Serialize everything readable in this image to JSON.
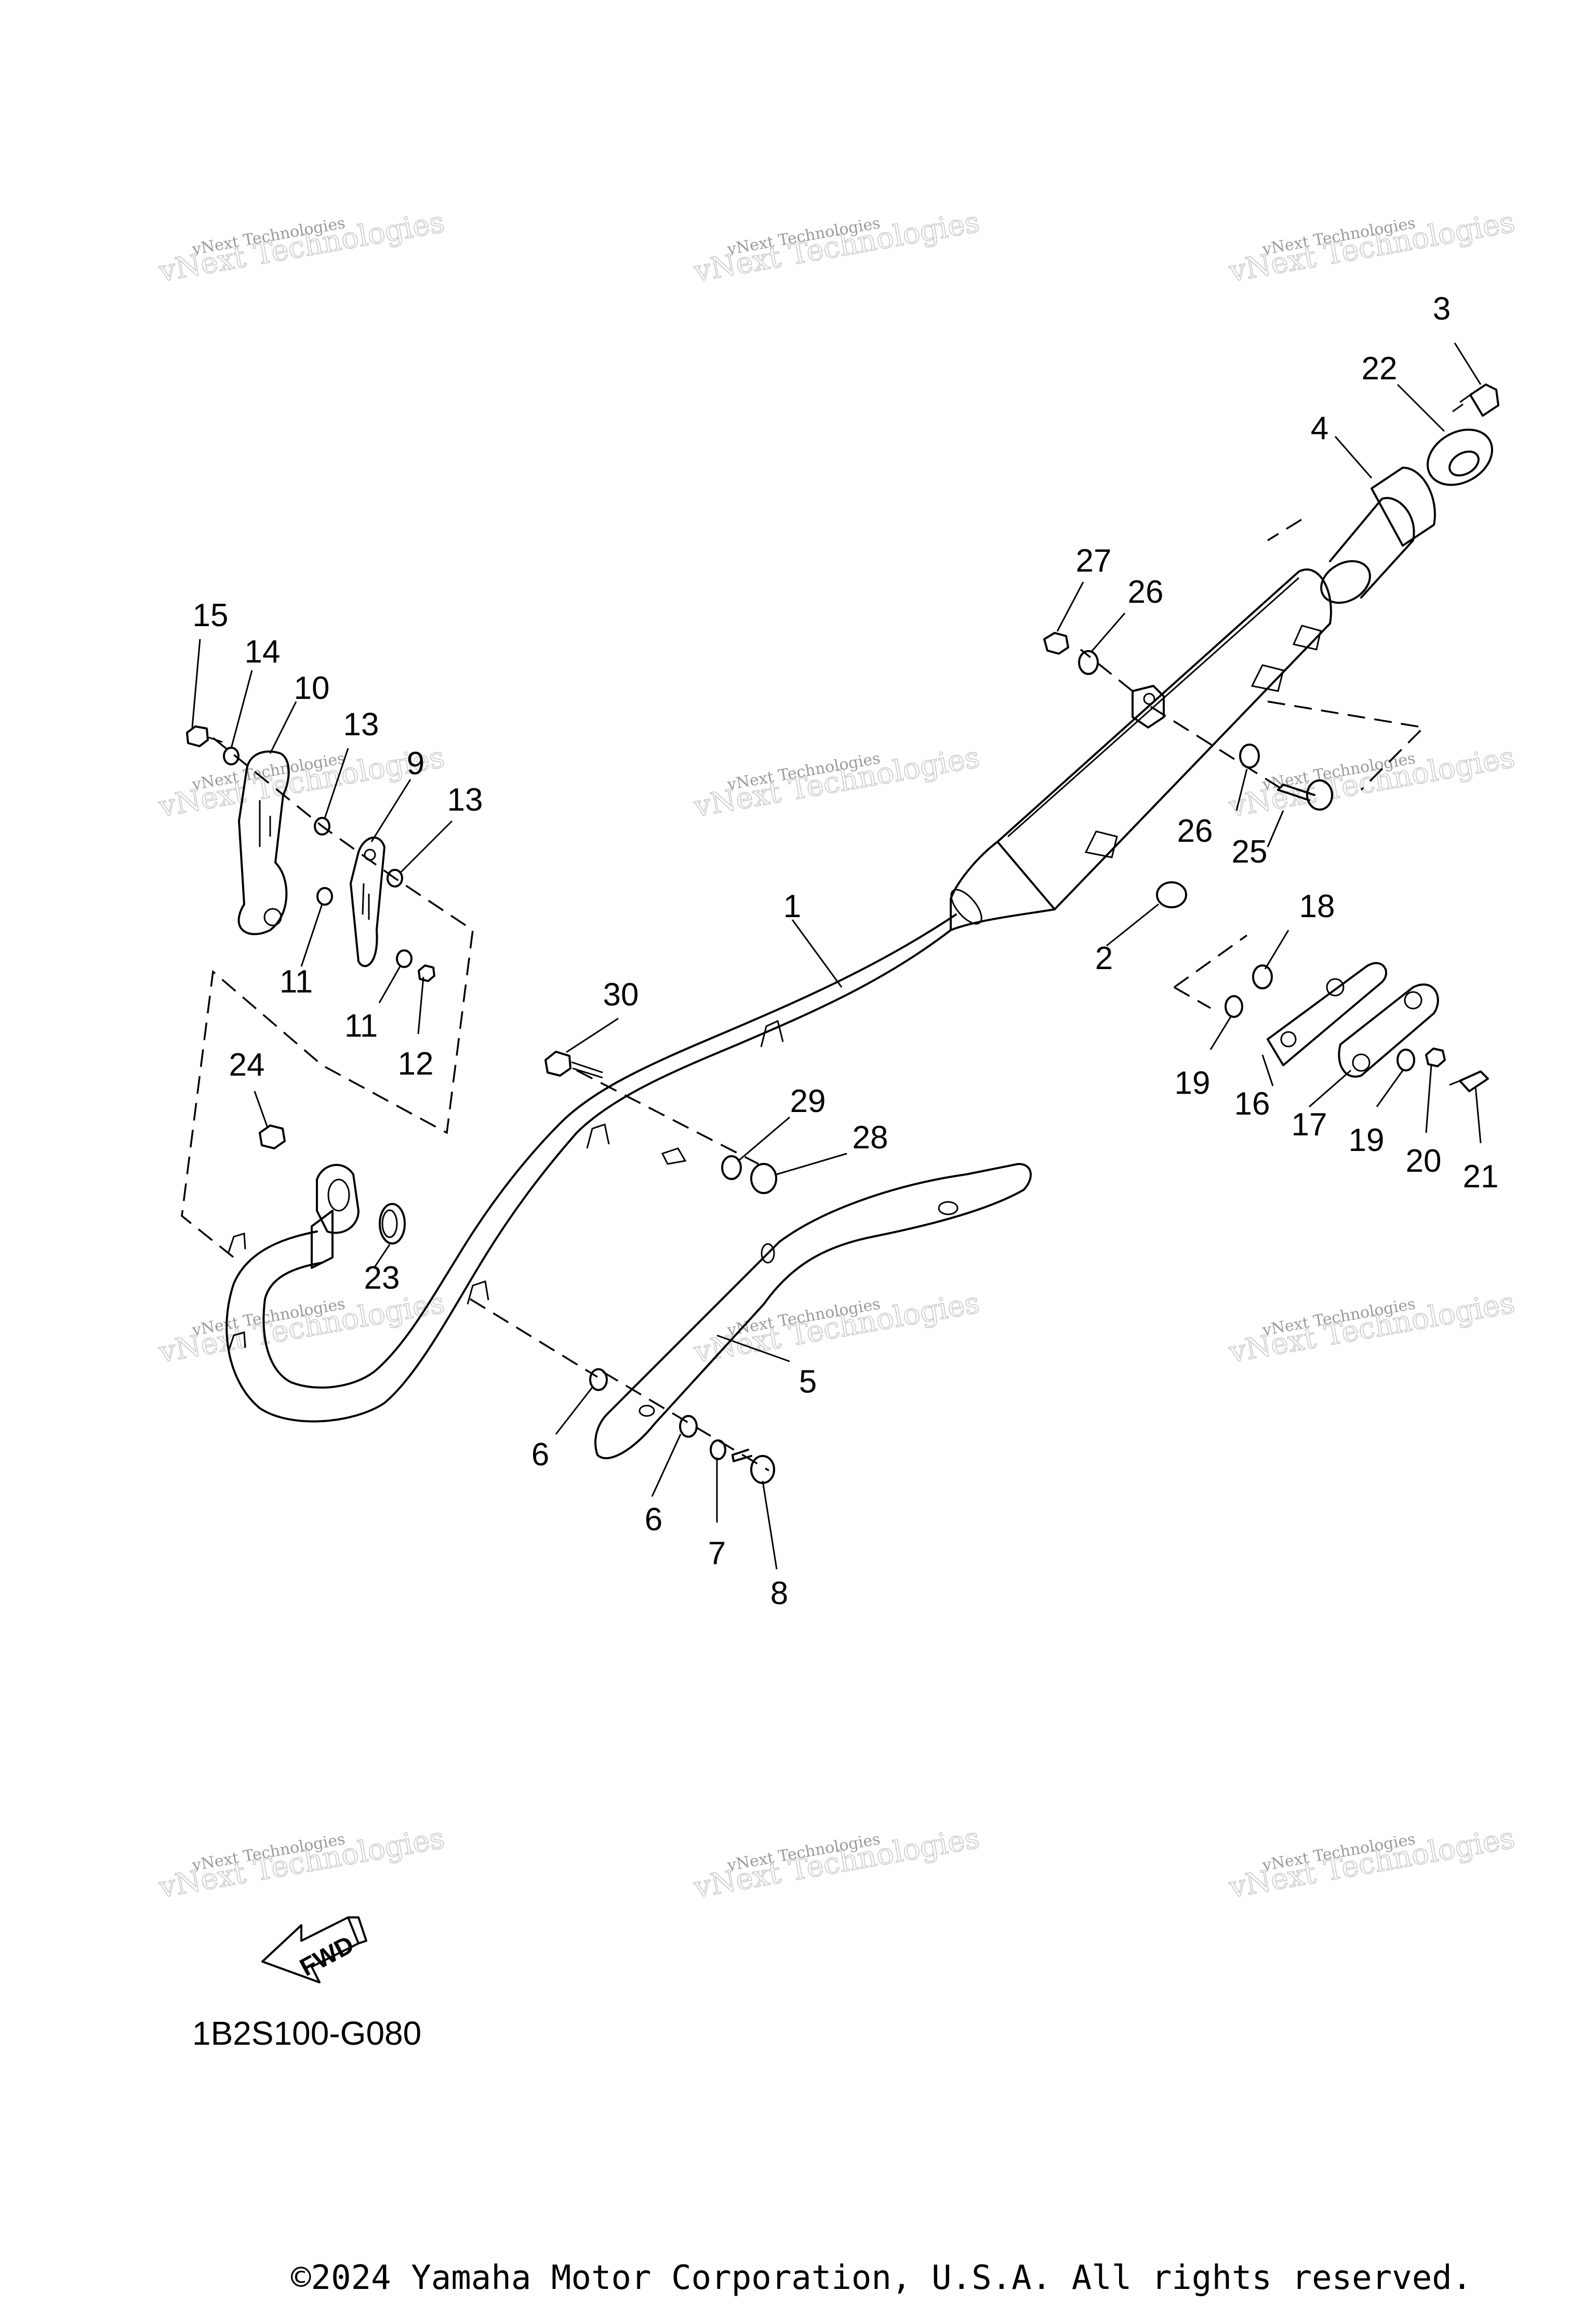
{
  "callouts": [
    {
      "id": "c1",
      "text": "1"
    },
    {
      "id": "c2",
      "text": "2"
    },
    {
      "id": "c3",
      "text": "3"
    },
    {
      "id": "c4",
      "text": "4"
    },
    {
      "id": "c5",
      "text": "5"
    },
    {
      "id": "c6a",
      "text": "6"
    },
    {
      "id": "c6b",
      "text": "6"
    },
    {
      "id": "c7",
      "text": "7"
    },
    {
      "id": "c8",
      "text": "8"
    },
    {
      "id": "c9",
      "text": "9"
    },
    {
      "id": "c10",
      "text": "10"
    },
    {
      "id": "c11a",
      "text": "11"
    },
    {
      "id": "c11b",
      "text": "11"
    },
    {
      "id": "c12",
      "text": "12"
    },
    {
      "id": "c13a",
      "text": "13"
    },
    {
      "id": "c13b",
      "text": "13"
    },
    {
      "id": "c14",
      "text": "14"
    },
    {
      "id": "c15",
      "text": "15"
    },
    {
      "id": "c16",
      "text": "16"
    },
    {
      "id": "c17",
      "text": "17"
    },
    {
      "id": "c18",
      "text": "18"
    },
    {
      "id": "c19a",
      "text": "19"
    },
    {
      "id": "c19b",
      "text": "19"
    },
    {
      "id": "c20",
      "text": "20"
    },
    {
      "id": "c21",
      "text": "21"
    },
    {
      "id": "c22",
      "text": "22"
    },
    {
      "id": "c23",
      "text": "23"
    },
    {
      "id": "c24",
      "text": "24"
    },
    {
      "id": "c25",
      "text": "25"
    },
    {
      "id": "c26a",
      "text": "26"
    },
    {
      "id": "c26b",
      "text": "26"
    },
    {
      "id": "c27",
      "text": "27"
    },
    {
      "id": "c28",
      "text": "28"
    },
    {
      "id": "c29",
      "text": "29"
    },
    {
      "id": "c30",
      "text": "30"
    }
  ],
  "watermark": {
    "line1": "vNext Technologies",
    "line2": "vNext Technologies"
  },
  "fwd_arrow": {
    "label": "FWD"
  },
  "diagram_code": "1B2S100-G080",
  "copyright": "©2024 Yamaha Motor Corporation, U.S.A. All rights reserved."
}
